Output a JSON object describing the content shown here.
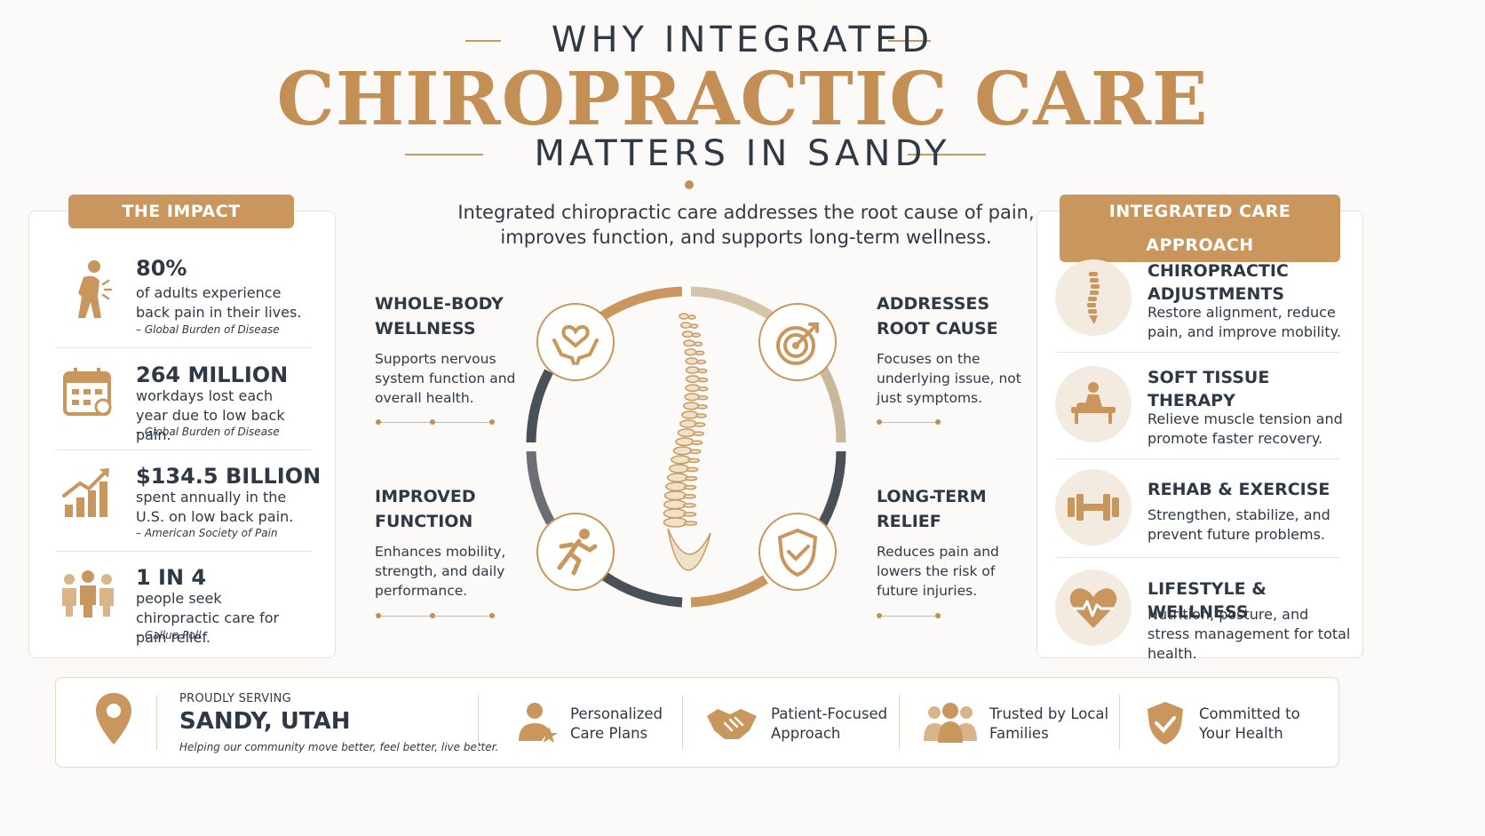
{
  "header": {
    "top": "WHY INTEGRATED",
    "main": "CHIROPRACTIC CARE",
    "bottom": "MATTERS IN SANDY"
  },
  "intro": "Integrated chiropractic care addresses the root cause of pain, improves function, and supports long-term wellness.",
  "impact": {
    "title": "THE IMPACT",
    "stats": [
      {
        "icon": "back-pain-person-icon",
        "big": "80%",
        "text": "of adults experience back pain in their lives.",
        "source": "– Global Burden of Disease"
      },
      {
        "icon": "calendar-icon",
        "big": "264 MILLION",
        "text": "workdays lost each year due to low back pain.",
        "source": "– Global Burden of Disease"
      },
      {
        "icon": "growth-chart-icon",
        "big": "$134.5 BILLION",
        "text": "spent annually in the U.S. on low back pain.",
        "source": "– American Society of Pain"
      },
      {
        "icon": "people-group-icon",
        "big": "1 IN 4",
        "text": "people seek chiropractic care for pain relief.",
        "source": "– Gallup Poll"
      }
    ]
  },
  "benefits": [
    {
      "icon": "heart-hands-icon",
      "title": "WHOLE-BODY WELLNESS",
      "text": "Supports nervous system function and overall health."
    },
    {
      "icon": "target-icon",
      "title": "ADDRESSES ROOT CAUSE",
      "text": "Focuses on the underlying issue, not just symptoms."
    },
    {
      "icon": "runner-icon",
      "title": "IMPROVED FUNCTION",
      "text": "Enhances mobility, strength, and daily performance."
    },
    {
      "icon": "shield-check-icon",
      "title": "LONG-TERM RELIEF",
      "text": "Reduces pain and lowers the risk of future injuries."
    }
  ],
  "approach": {
    "title": "INTEGRATED CARE APPROACH",
    "items": [
      {
        "icon": "spine-icon",
        "title": "CHIROPRACTIC ADJUSTMENTS",
        "text": "Restore alignment, reduce pain, and improve mobility."
      },
      {
        "icon": "massage-table-icon",
        "title": "SOFT TISSUE THERAPY",
        "text": "Relieve muscle tension and promote faster recovery."
      },
      {
        "icon": "dumbbell-icon",
        "title": "REHAB & EXERCISE",
        "text": "Strengthen, stabilize, and prevent future problems."
      },
      {
        "icon": "heartbeat-icon",
        "title": "LIFESTYLE & WELLNESS",
        "text": "Nutrition, posture, and stress management for total health."
      }
    ]
  },
  "footer": {
    "serving_label": "PROUDLY SERVING",
    "location": "SANDY, UTAH",
    "tagline": "Helping our community move better, feel better, live better.",
    "features": [
      {
        "icon": "person-star-icon",
        "label": "Personalized Care Plans"
      },
      {
        "icon": "handshake-icon",
        "label": "Patient-Focused Approach"
      },
      {
        "icon": "family-icon",
        "label": "Trusted by Local Families"
      },
      {
        "icon": "shield-check-icon",
        "label": "Committed to Your Health"
      }
    ]
  },
  "colors": {
    "accent": "#c48f55",
    "dark": "#2e3945",
    "ring_gray": "#4a5058",
    "light_tan": "#f3ebe0"
  }
}
